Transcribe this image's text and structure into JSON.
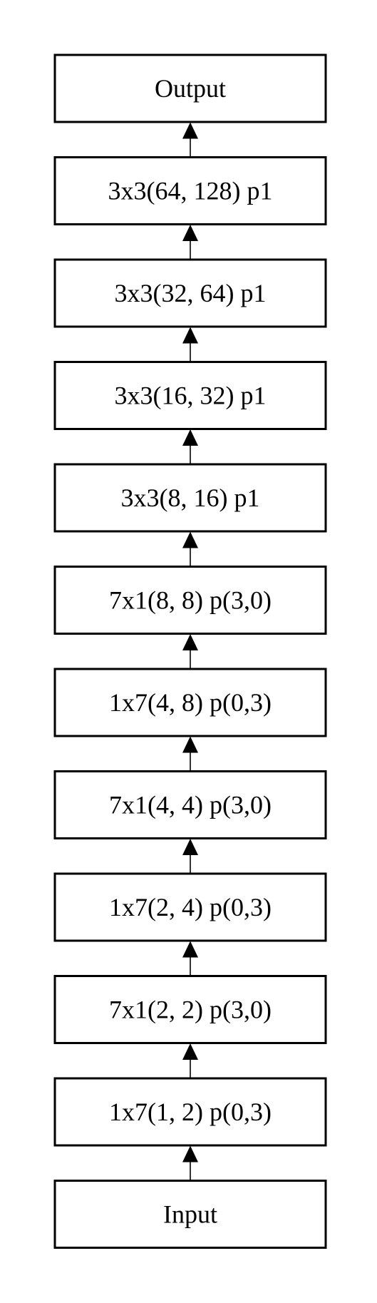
{
  "diagram": {
    "direction": "bottom-to-top",
    "line_color": "#000000",
    "box_fill": "#ffffff",
    "layers": [
      {
        "label": "Output"
      },
      {
        "label": "3x3(64, 128) p1"
      },
      {
        "label": "3x3(32, 64) p1"
      },
      {
        "label": "3x3(16, 32) p1"
      },
      {
        "label": "3x3(8, 16) p1"
      },
      {
        "label": "7x1(8, 8) p(3,0)"
      },
      {
        "label": "1x7(4, 8) p(0,3)"
      },
      {
        "label": "7x1(4, 4) p(3,0)"
      },
      {
        "label": "1x7(2, 4) p(0,3)"
      },
      {
        "label": "7x1(2, 2) p(3,0)"
      },
      {
        "label": "1x7(1, 2) p(0,3)"
      },
      {
        "label": "Input"
      }
    ],
    "connections": [
      {
        "from": 11,
        "to": 10
      },
      {
        "from": 10,
        "to": 9
      },
      {
        "from": 9,
        "to": 8
      },
      {
        "from": 8,
        "to": 7
      },
      {
        "from": 7,
        "to": 6
      },
      {
        "from": 6,
        "to": 5
      },
      {
        "from": 5,
        "to": 4
      },
      {
        "from": 4,
        "to": 3
      },
      {
        "from": 3,
        "to": 2
      },
      {
        "from": 2,
        "to": 1
      },
      {
        "from": 1,
        "to": 0
      }
    ]
  }
}
